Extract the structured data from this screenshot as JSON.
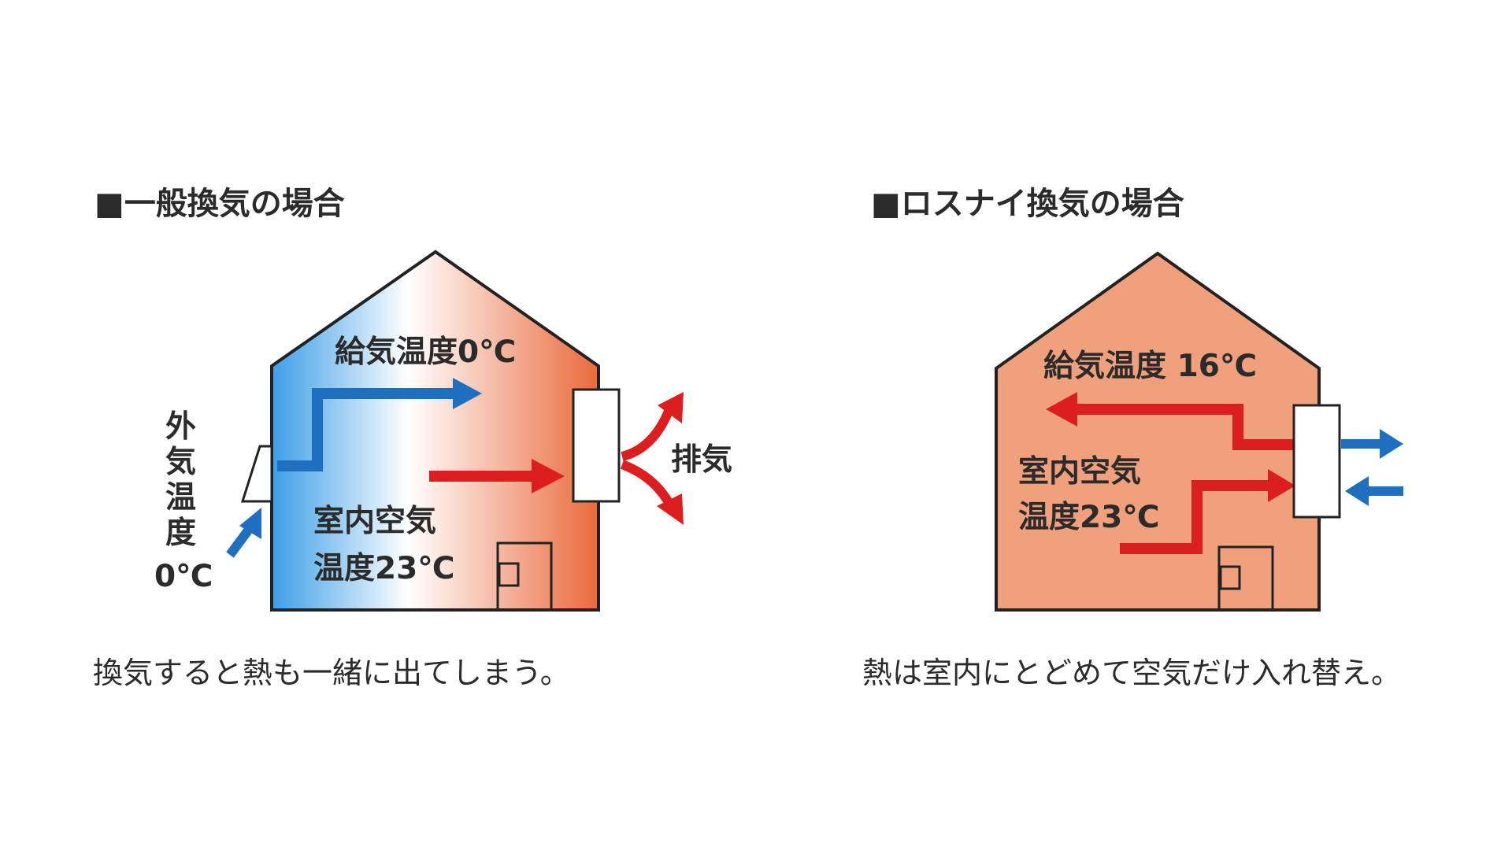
{
  "panels": {
    "left": {
      "heading": "■一般換気の場合",
      "supply_label": "給気温度0℃",
      "outside_label_chars": [
        "外",
        "気",
        "温",
        "度"
      ],
      "outside_temp": "0℃",
      "exhaust_label": "排気",
      "indoor_line1": "室内空気",
      "indoor_line2": "温度23℃",
      "caption": "換気すると熱も一緒に出てしまう。"
    },
    "right": {
      "heading": "■ロスナイ換気の場合",
      "supply_label": "給気温度 16℃",
      "indoor_line1": "室内空気",
      "indoor_line2": "温度23℃",
      "caption": "熱は室内にとどめて空気だけ入れ替え。"
    }
  },
  "colors": {
    "cold_blue": "#1e6fc0",
    "warm_red": "#dc1e1e",
    "house_warm": "#f0a07c",
    "house_warm_edge": "#ea6a3c",
    "house_cold": "#3d9ee8",
    "outline": "#222222"
  },
  "icons": {
    "vent": "vent-hood-icon",
    "unit": "ventilation-unit-icon",
    "door": "door-icon"
  }
}
